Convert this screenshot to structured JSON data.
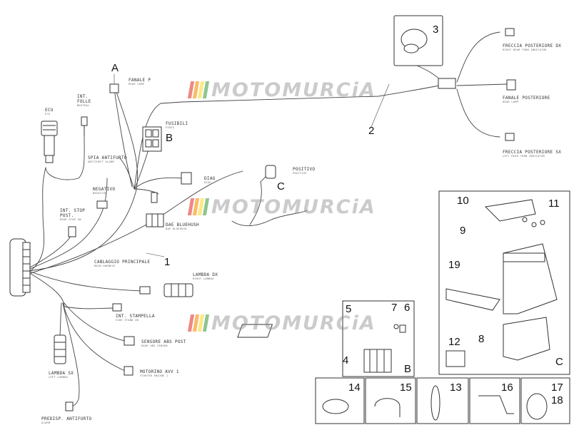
{
  "watermark": {
    "text": "MOTOMURCiA",
    "colors": [
      "#e53935",
      "#fb8c00",
      "#fdd835",
      "#43a047"
    ]
  },
  "wiring": {
    "ecu": {
      "label": "ECU",
      "sub": "ECU"
    },
    "int_folle": {
      "label": "INT.\nFOLLE",
      "sub": "NEUTRAL"
    },
    "fanale_p": {
      "label": "FANALE P",
      "sub": "REAR LAMP"
    },
    "fusibili": {
      "label": "FUSIBILI",
      "sub": "FUSES"
    },
    "spia_antifurto": {
      "label": "SPIA ANTIFURTO",
      "sub": "ANTITHEFT ALARM"
    },
    "negativo": {
      "label": "NEGATIVO",
      "sub": "NEGATIVE"
    },
    "diag": {
      "label": "DIAG",
      "sub": "DIAG"
    },
    "positivo": {
      "label": "POSITIVO",
      "sub": "POSITIVE"
    },
    "dae_bluehush": {
      "label": "DAE BLUEHUSH",
      "sub": "DAE BLUEHUSH"
    },
    "int_stop_post": {
      "label": "INT. STOP\nPOST.",
      "sub": "REAR STOP SW"
    },
    "cablaggio_principale": {
      "label": "CABLAGGIO PRINCIPALE",
      "sub": "MAIN HARNESS"
    },
    "lambda_dx": {
      "label": "LAMBDA DX",
      "sub": "RIGHT LAMBDA"
    },
    "int_stampella": {
      "label": "INT. STAMPELLA",
      "sub": "SIDE STAND SW"
    },
    "sensore_abs": {
      "label": "SENSORE ABS POST",
      "sub": "REAR ABS SENSOR"
    },
    "motorino_avv": {
      "label": "MOTORINO AVV 1",
      "sub": "STARTER ENGINE 1"
    },
    "lambda_sx": {
      "label": "LAMBDA SX",
      "sub": "LEFT LAMBDA"
    },
    "predisp_antifurto": {
      "label": "PREDISP. ANTIFURTO",
      "sub": "ALARM"
    },
    "freccia_dx": {
      "label": "FRECCIA POSTERIORE DX",
      "sub": "RIGHT REAR TURN INDICATOR"
    },
    "fanale_posteriore": {
      "label": "FANALE POSTERIORE",
      "sub": "REAR LAMP"
    },
    "freccia_sx": {
      "label": "FRECCIA POSTERIORE SX",
      "sub": "LEFT REAR TURN INDICATOR"
    }
  },
  "callouts": {
    "A": "A",
    "B_fuse": "B",
    "C_pos": "C",
    "B_box": "B",
    "C_box": "C",
    "n1": "1",
    "n2": "2",
    "n3": "3",
    "n4": "4",
    "n5": "5",
    "n6": "6",
    "n7": "7",
    "n8": "8",
    "n9": "9",
    "n10": "10",
    "n11": "11",
    "n12": "12",
    "n13": "13",
    "n14": "14",
    "n15": "15",
    "n16": "16",
    "n17": "17",
    "n18": "18",
    "n19": "19"
  }
}
